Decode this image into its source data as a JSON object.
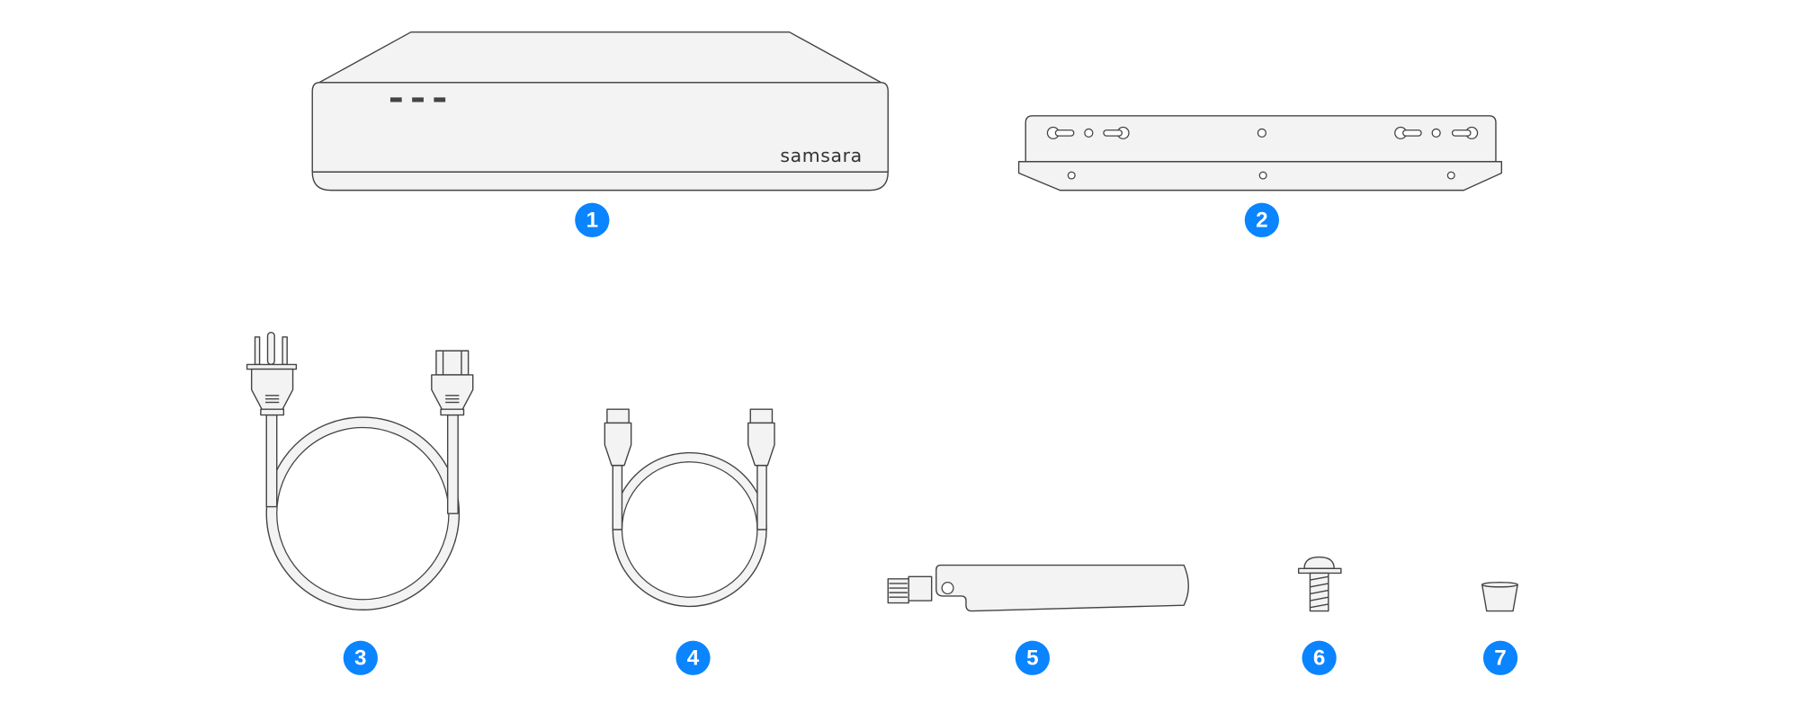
{
  "device": {
    "brand_text": "samsara"
  },
  "badges": [
    "1",
    "2",
    "3",
    "4",
    "5",
    "6",
    "7"
  ],
  "colors": {
    "badge": "#0a84ff",
    "stroke": "#444444",
    "fill": "#f3f3f3"
  }
}
